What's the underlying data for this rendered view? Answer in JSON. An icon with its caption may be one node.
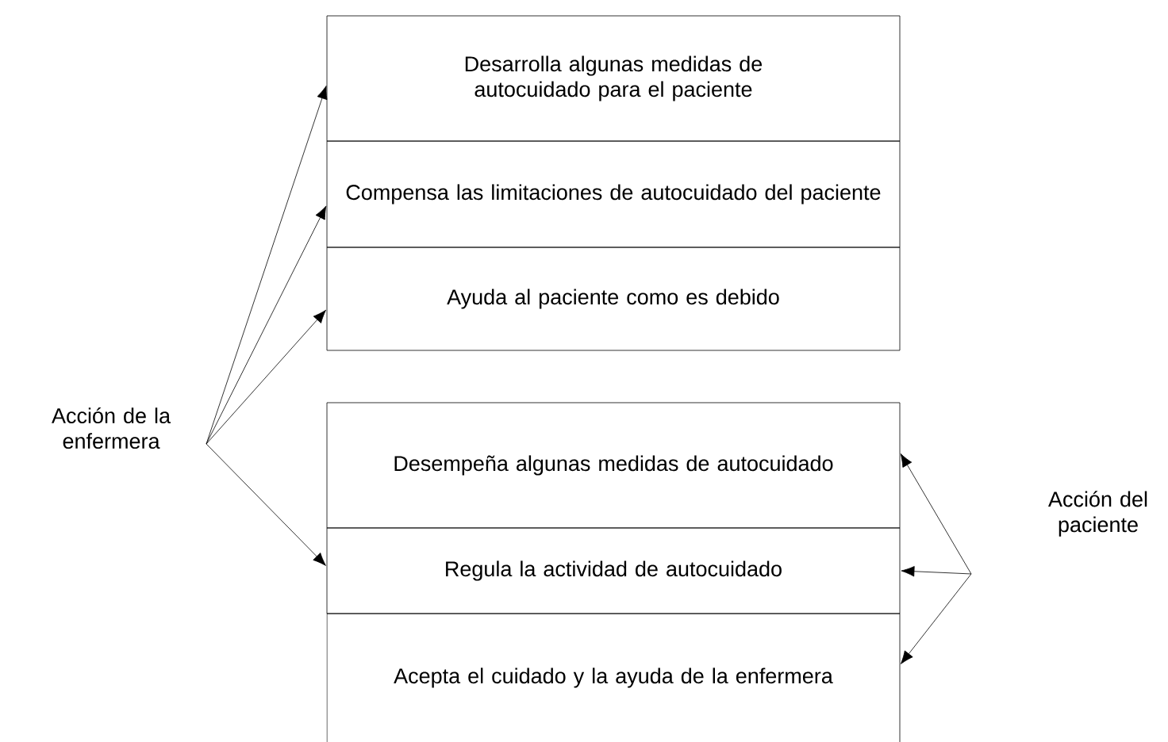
{
  "diagram": {
    "nodes": [
      {
        "text": [
          "Desarrolla algunas medidas de autocuidado para el paciente"
        ]
      },
      {
        "text": [
          "Compensa las limitaciones de autocuidado del paciente"
        ]
      },
      {
        "text": [
          "Ayuda al paciente como es debido"
        ]
      },
      {
        "text": [
          "Acción de la enfermera"
        ]
      },
      {
        "text": [
          "Desempeña algunas medidas de autocuidado"
        ]
      },
      {
        "text": [
          "Regula la actividad de autocuidado"
        ]
      },
      {
        "text": [
          "Acepta el cuidado y la ayuda de la enfermera"
        ]
      },
      {
        "text": [
          "Acción del paciente"
        ]
      }
    ],
    "edges": [
      {
        "from": 3,
        "to": 0,
        "arrow": "to"
      },
      {
        "from": 3,
        "to": 1,
        "arrow": "to"
      },
      {
        "from": 3,
        "to": 2,
        "arrow": "to"
      },
      {
        "from": 3,
        "to": 5,
        "arrow": "to"
      },
      {
        "from": 7,
        "to": 4,
        "arrow": "to"
      },
      {
        "from": 7,
        "to": 5,
        "arrow": "to"
      },
      {
        "from": 7,
        "to": 6,
        "arrow": "to"
      }
    ]
  }
}
